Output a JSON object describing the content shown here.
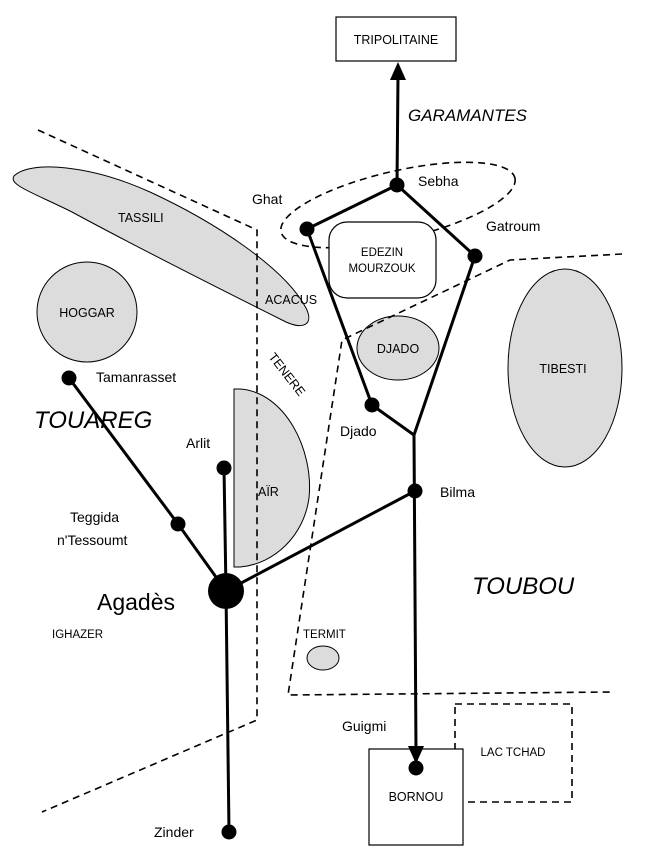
{
  "regions": {
    "touareg": "TOUAREG",
    "toubou": "TOUBOU",
    "garamantes": "GARAMANTES"
  },
  "relief": {
    "tassili": "TASSILI",
    "hoggar": "HOGGAR",
    "acacus": "ACACUS",
    "tenere": "TENERE",
    "air": "AÏR",
    "djado_massif": "DJADO",
    "tibesti": "TIBESTI",
    "termit": "TERMIT"
  },
  "boxes": {
    "tripolitaine": "TRIPOLITAINE",
    "edeyen_line1": "EDEZIN",
    "edeyen_line2": "MOURZOUK",
    "lac_tchad": "LAC TCHAD",
    "bornou": "BORNOU"
  },
  "places": {
    "sebha": "Sebha",
    "ghat": "Ghat",
    "gatroum": "Gatroum",
    "tamanrasset": "Tamanrasset",
    "arlit": "Arlit",
    "djado": "Djado",
    "bilma": "Bilma",
    "teggida_line1": "Teggida",
    "teggida_line2": "n'Tessoumt",
    "agades": "Agadès",
    "ighazer": "IGHAZER",
    "guigmi": "Guigmi",
    "zinder": "Zinder"
  }
}
